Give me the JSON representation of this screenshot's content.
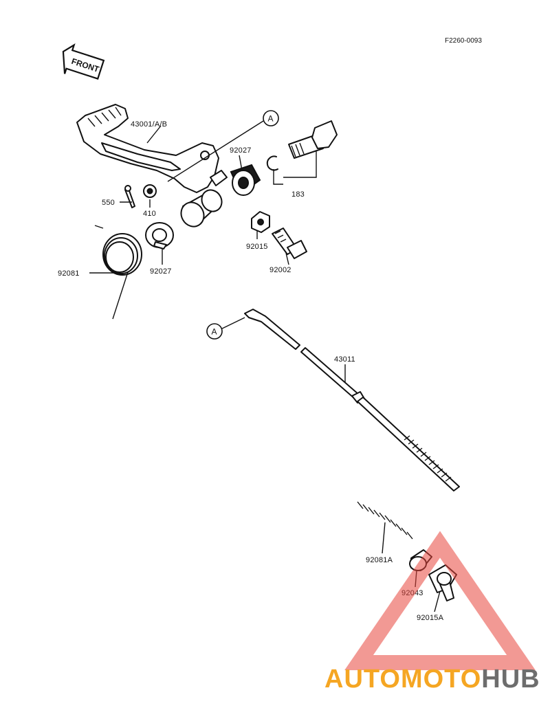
{
  "diagram_code": "F2260-0093",
  "front_arrow_label": "FRONT",
  "reference_marker": "A",
  "parts": {
    "brake_pedal": "43001/A/B",
    "cotter_pin": "550",
    "washer": "410",
    "bushing_upper": "92027",
    "bushing_lower": "92027",
    "e_clip_bolt_set": "183",
    "nut": "92015",
    "bolt": "92002",
    "return_spring": "92081",
    "brake_rod": "43011",
    "rod_spring": "92081A",
    "joint": "92043",
    "adjust_nut": "92015A"
  },
  "watermark": {
    "part1": "AUTOMOTO",
    "part2": "HUB",
    "color_red": "#e8453c",
    "color_orange": "#f5a623",
    "color_gray": "#6d6d6d"
  }
}
